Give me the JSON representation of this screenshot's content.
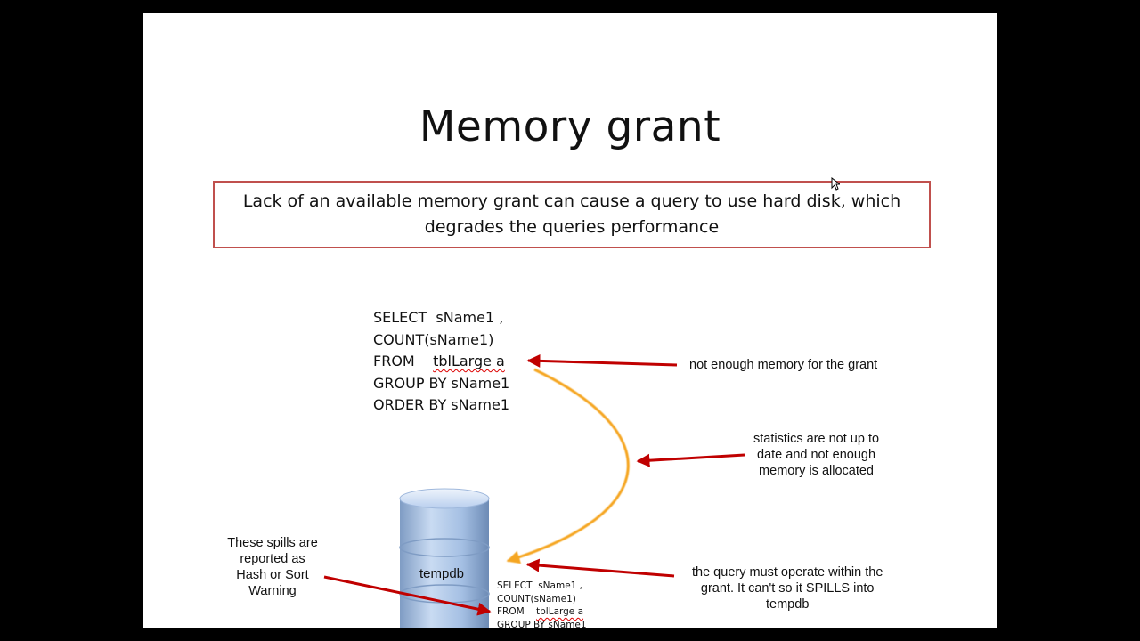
{
  "slide": {
    "title": "Memory grant",
    "callout_line1": "Lack of an available memory grant can cause a query to use hard disk, which",
    "callout_line2": "degrades the queries performance",
    "query_lines": [
      "SELECT  sName1 ,",
      "COUNT(sName1)",
      "FROM    ",
      "tblLarge a",
      "GROUP BY sName1",
      "ORDER BY sName1"
    ],
    "notes": {
      "not_enough_memory": "not enough memory for the grant",
      "statistics": [
        "statistics are not up to",
        "date and not enough",
        "memory is allocated"
      ],
      "spills": [
        "the query must operate within the",
        "grant. It can't so it SPILLS into",
        "tempdb"
      ],
      "warning": [
        "These spills are",
        "reported as",
        "Hash or Sort",
        "Warning"
      ]
    },
    "tempdb_label": "tempdb",
    "small_query_lines": [
      "SELECT  sName1 ,",
      "COUNT(sName1)",
      "FROM    ",
      "tblLarge a",
      "GROUP BY sName1"
    ]
  },
  "colors": {
    "box_border": "#c0504d",
    "arrow_red": "#c00000",
    "arrow_orange": "#f5a623",
    "cylinder_blue": "#a9c4e6"
  }
}
